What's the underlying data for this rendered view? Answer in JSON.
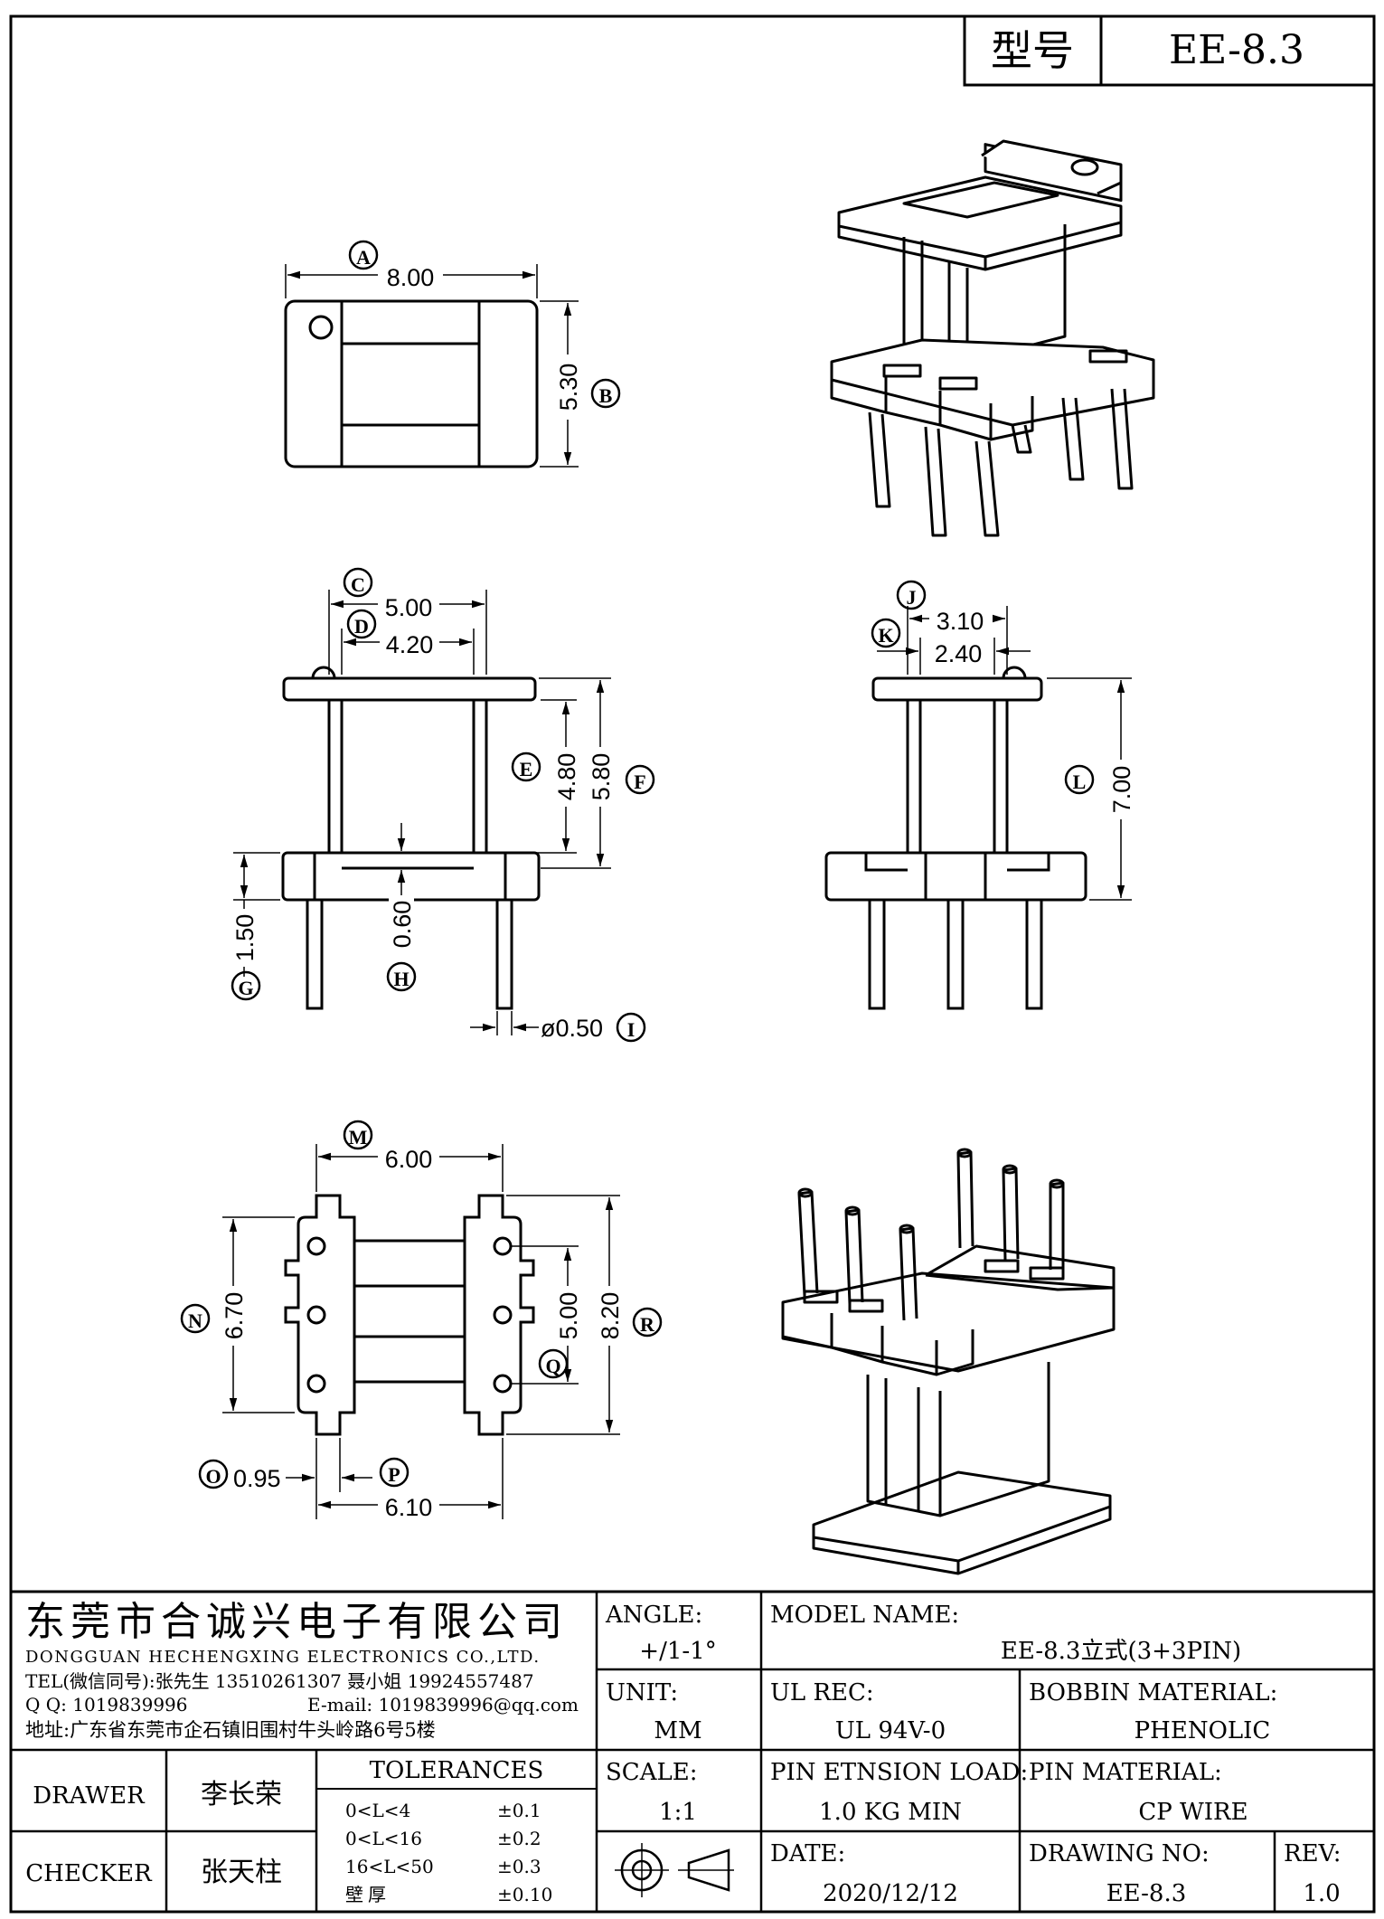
{
  "model_box": {
    "label": "型号",
    "value": "EE-8.3"
  },
  "dimensions": {
    "A": {
      "letter": "A",
      "value": "8.00"
    },
    "B": {
      "letter": "B",
      "value": "5.30"
    },
    "C": {
      "letter": "C",
      "value": "5.00"
    },
    "D": {
      "letter": "D",
      "value": "4.20"
    },
    "E": {
      "letter": "E",
      "value": "4.80"
    },
    "F": {
      "letter": "F",
      "value": "5.80"
    },
    "G": {
      "letter": "G",
      "value": "1.50"
    },
    "H": {
      "letter": "H",
      "value": "0.60"
    },
    "I": {
      "letter": "I",
      "value": "ø0.50"
    },
    "J": {
      "letter": "J",
      "value": "3.10"
    },
    "K": {
      "letter": "K",
      "value": "2.40"
    },
    "L": {
      "letter": "L",
      "value": "7.00"
    },
    "M": {
      "letter": "M",
      "value": "6.00"
    },
    "N": {
      "letter": "N",
      "value": "6.70"
    },
    "O": {
      "letter": "O",
      "value": "0.95"
    },
    "P": {
      "letter": "P",
      "value": "6.10"
    },
    "Q": {
      "letter": "Q",
      "value": "5.00"
    },
    "R": {
      "letter": "R",
      "value": "8.20"
    }
  },
  "title_block": {
    "company_cn": "东莞市合诚兴电子有限公司",
    "company_en": "DONGGUAN HECHENGXING ELECTRONICS CO.,LTD.",
    "tel": "TEL(微信同号):张先生 13510261307 聂小姐 19924557487",
    "qq": "Q Q: 1019839996",
    "email": "E-mail: 1019839996@qq.com",
    "address": "地址:广东省东莞市企石镇旧围村牛头岭路6号5楼",
    "angle_label": "ANGLE:",
    "angle_value": "+/1-1°",
    "model_name_label": "MODEL NAME:",
    "model_name_value": "EE-8.3立式(3+3PIN)",
    "unit_label": "UNIT:",
    "unit_value": "MM",
    "ul_rec_label": "UL REC:",
    "ul_rec_value": "UL 94V-0",
    "bobbin_material_label": "BOBBIN MATERIAL:",
    "bobbin_material_value": "PHENOLIC",
    "drawer_label": "DRAWER",
    "drawer_value": "李长荣",
    "checker_label": "CHECKER",
    "checker_value": "张天柱",
    "tolerances_label": "TOLERANCES",
    "tolerances": [
      {
        "range": "0<L<4",
        "tol": "±0.1"
      },
      {
        "range": "0<L<16",
        "tol": "±0.2"
      },
      {
        "range": "16<L<50",
        "tol": "±0.3"
      },
      {
        "range": "壁    厚",
        "tol": "±0.10"
      }
    ],
    "scale_label": "SCALE:",
    "scale_value": "1:1",
    "pin_load_label": "PIN ETNSION LOAD:",
    "pin_load_value": "1.0 KG MIN",
    "pin_material_label": "PIN MATERIAL:",
    "pin_material_value": "CP WIRE",
    "date_label": "DATE:",
    "date_value": "2020/12/12",
    "drawing_no_label": "DRAWING NO:",
    "drawing_no_value": "EE-8.3",
    "rev_label": "REV:",
    "rev_value": "1.0"
  }
}
